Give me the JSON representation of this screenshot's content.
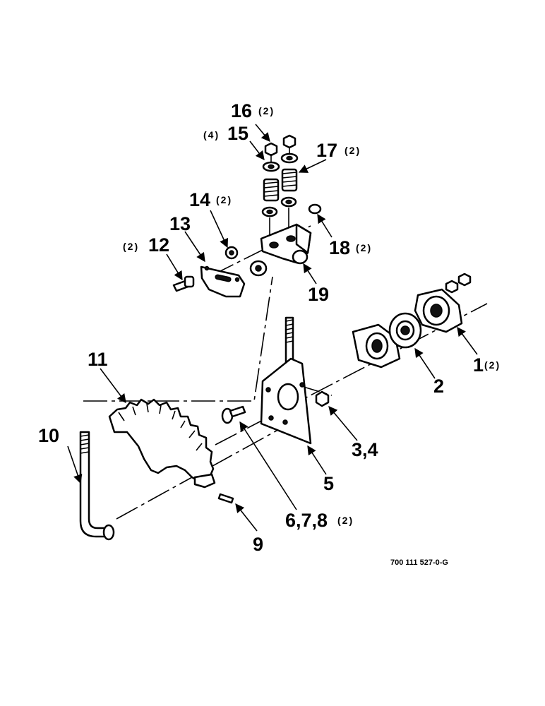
{
  "labels": {
    "p16": "16",
    "q16": "(2)",
    "p15": "15",
    "q15": "(4)",
    "p17": "17",
    "q17": "(2)",
    "p14": "14",
    "q14": "(2)",
    "p13": "13",
    "p12": "12",
    "q12": "(2)",
    "p18": "18",
    "q18": "(2)",
    "p19": "19",
    "p11": "11",
    "p1": "1",
    "q1": "(2)",
    "p2": "2",
    "p10": "10",
    "p34": "3,4",
    "p5": "5",
    "p678": "6,7,8",
    "q678": "(2)",
    "p9": "9"
  },
  "drawing_code": "700 111 527-0-G"
}
